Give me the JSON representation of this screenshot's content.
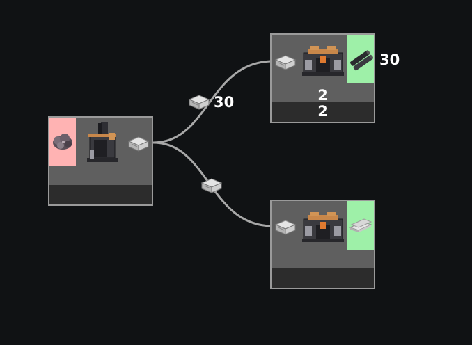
{
  "graph": {
    "source_node": {
      "input_icon": "raw-ore-icon",
      "machine_icon": "refinery-machine-icon",
      "output_icon": "metal-ingot-icon",
      "colors": {
        "missing": "#ffb3b3"
      }
    },
    "edge_top": {
      "item_icon": "metal-ingot-icon",
      "amount": "30"
    },
    "edge_bottom": {
      "item_icon": "metal-ingot-icon"
    },
    "node_top": {
      "input_icon": "metal-ingot-icon",
      "machine_icon": "assembler-machine-icon",
      "output_icon": "pipe-icon",
      "output_amount": "30",
      "count_line1": "2",
      "count_line2": "2",
      "colors": {
        "ok": "#9ef0a8"
      }
    },
    "node_bottom": {
      "input_icon": "metal-ingot-icon",
      "machine_icon": "assembler-machine-icon",
      "output_icon": "metal-plate-icon"
    }
  }
}
